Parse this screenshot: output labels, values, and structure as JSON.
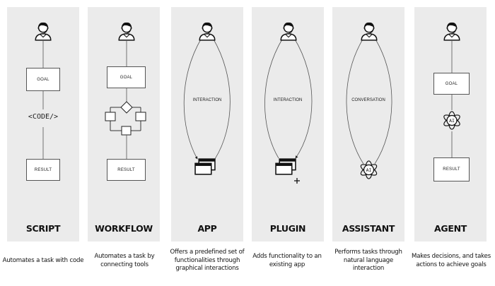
{
  "panels": [
    {
      "title": "SCRIPT",
      "goal": "GOAL",
      "code": "<CODE/>",
      "result": "RESULT",
      "caption": "Automates a task with code"
    },
    {
      "title": "WORKFLOW",
      "goal": "GOAL",
      "result": "RESULT",
      "caption": "Automates a task by connecting tools"
    },
    {
      "title": "APP",
      "interaction": "INTERACTION",
      "caption": "Offers a predefined set of functionalities through graphical interactions"
    },
    {
      "title": "PLUGIN",
      "interaction": "INTERACTION",
      "caption": "Adds functionality to an existing app"
    },
    {
      "title": "ASSISTANT",
      "interaction": "CONVERSATION",
      "ai_label": "AI",
      "caption": "Performs tasks through natural language interaction"
    },
    {
      "title": "AGENT",
      "goal": "GOAL",
      "ai_label": "AI",
      "result": "RESULT",
      "caption": "Makes decisions, and takes actions to achieve goals"
    }
  ],
  "colors": {
    "panel_bg": "#ebebeb",
    "line": "#555555",
    "text": "#111111"
  },
  "icons": [
    "user-icon",
    "flowchart-icon",
    "app-window-icon",
    "plugin-window-icon",
    "ai-atom-icon"
  ]
}
